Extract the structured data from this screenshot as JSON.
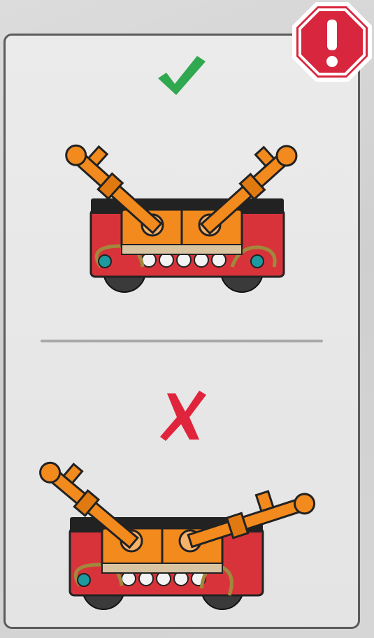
{
  "colors": {
    "card_border": "#5b5b5b",
    "warning_red": "#d7263d",
    "check_green": "#2fa84f",
    "cross_red": "#e0243c",
    "orange": "#f28a1e",
    "red_brick": "#d8333b",
    "black": "#222222"
  },
  "icons": {
    "warning": "warning-octagon-icon",
    "correct": "checkmark-icon",
    "incorrect": "cross-icon"
  },
  "panels": [
    {
      "id": "correct",
      "status": "correct",
      "mark_icon": "checkmark-icon"
    },
    {
      "id": "incorrect",
      "status": "incorrect",
      "mark_icon": "cross-icon"
    }
  ]
}
